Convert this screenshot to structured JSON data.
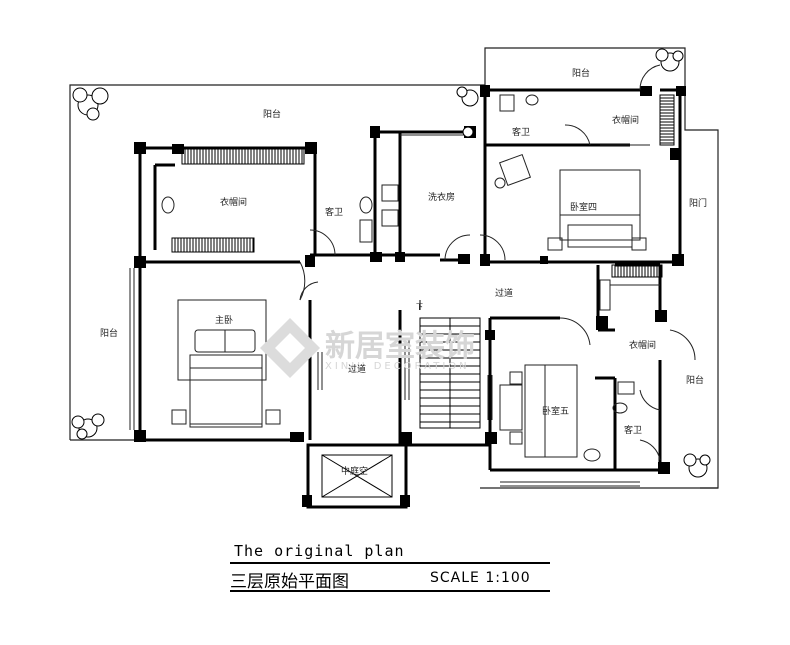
{
  "rooms": {
    "top_balcony": "阳台",
    "nw_balcony": "阳台",
    "west_balcony": "阳台",
    "east_balcony_upper": "阳门",
    "east_balcony_lower": "阳台",
    "walk_in_closet": "衣帽间",
    "guest_bath_1": "客卫",
    "laundry": "洗衣房",
    "bedroom_4": "卧室四",
    "guest_bath_top": "客卫",
    "closet_top": "衣帽间",
    "master_bedroom": "主卧",
    "corridor": "过道",
    "hall": "过道",
    "stair_down": "下",
    "closet_right": "衣帽间",
    "bedroom_5": "卧室五",
    "guest_bath_2": "客卫",
    "atrium": "中庭空"
  },
  "watermark": {
    "brand": "新居室装饰",
    "sub": "XINJU DECORATION"
  },
  "caption": {
    "title_en": "The original plan",
    "title_zh": "三层原始平面图",
    "scale": "SCALE  1:100"
  },
  "colors": {
    "wall": "#000000",
    "line": "#333333",
    "watermark": "#d6d6d6"
  }
}
